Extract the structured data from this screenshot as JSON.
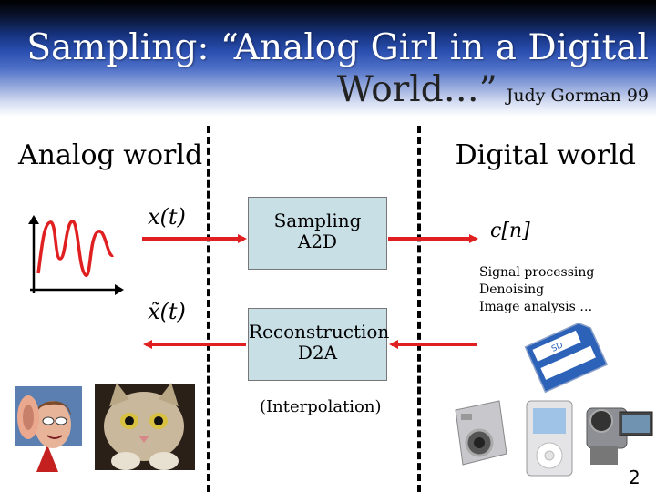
{
  "header": {
    "title_line1": "Sampling: “Analog Girl in a Digital",
    "title_line2": "World…”",
    "attribution": "Judy Gorman 99"
  },
  "labels": {
    "analog_world": "Analog world",
    "digital_world": "Digital world"
  },
  "signals": {
    "continuous": "x(t)",
    "reconstructed": "x̃(t)",
    "discrete": "c[n]"
  },
  "blocks": {
    "sampling": [
      "Sampling",
      "A2D"
    ],
    "reconstruction": [
      "Reconstruction",
      "D2A"
    ],
    "interpolation_note": "(Interpolation)"
  },
  "processing": [
    "Signal processing",
    "Denoising",
    "Image analysis …"
  ],
  "icons": [
    "waveform-plot-icon",
    "listening-man-photo",
    "cat-photo",
    "sd-card-photo",
    "digital-camera-photo",
    "music-player-photo",
    "camcorder-photo"
  ],
  "colors": {
    "arrow": "#e02020",
    "box_fill": "#c9dfe6",
    "header_blue": "#16337f"
  },
  "page_number": "2"
}
